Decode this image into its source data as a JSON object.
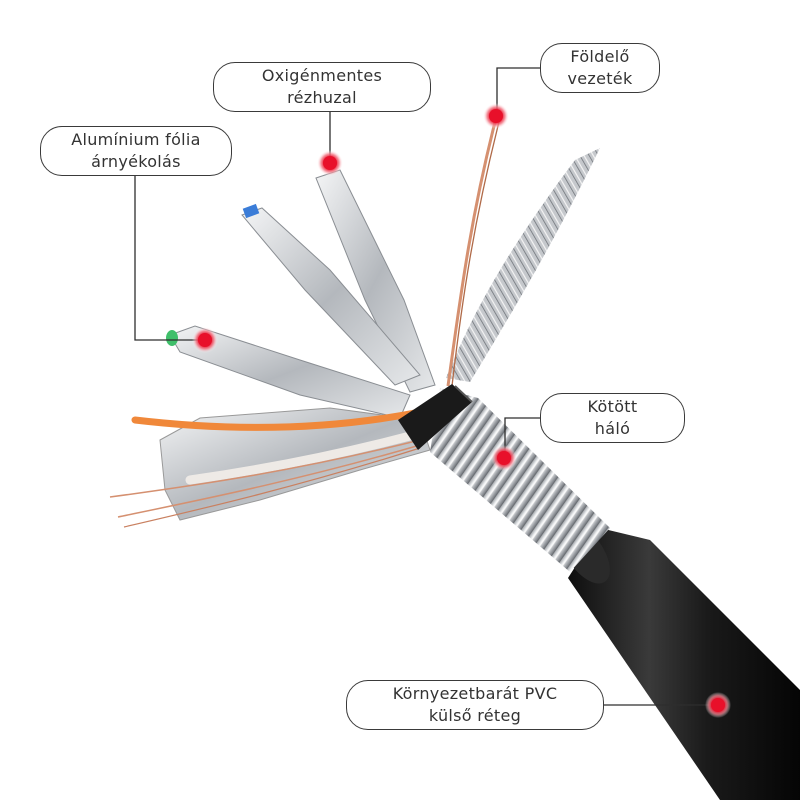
{
  "labels": {
    "foil": {
      "line1": "Alumínium fólia",
      "line2": "árnyékolás"
    },
    "copper": {
      "line1": "Oxigénmentes",
      "line2": "rézhuzal"
    },
    "ground": {
      "line1": "Földelő",
      "line2": "vezeték"
    },
    "braid": {
      "line1": "Kötött",
      "line2": "háló"
    },
    "jacket": {
      "line1": "Környezetbarát PVC",
      "line2": "külső réteg"
    }
  },
  "colors": {
    "marker": "#e8102a",
    "jacket": "#1b1b1b",
    "foil": "#c9ccd0",
    "orange_wire": "#f0883a",
    "copper": "#d59070"
  }
}
